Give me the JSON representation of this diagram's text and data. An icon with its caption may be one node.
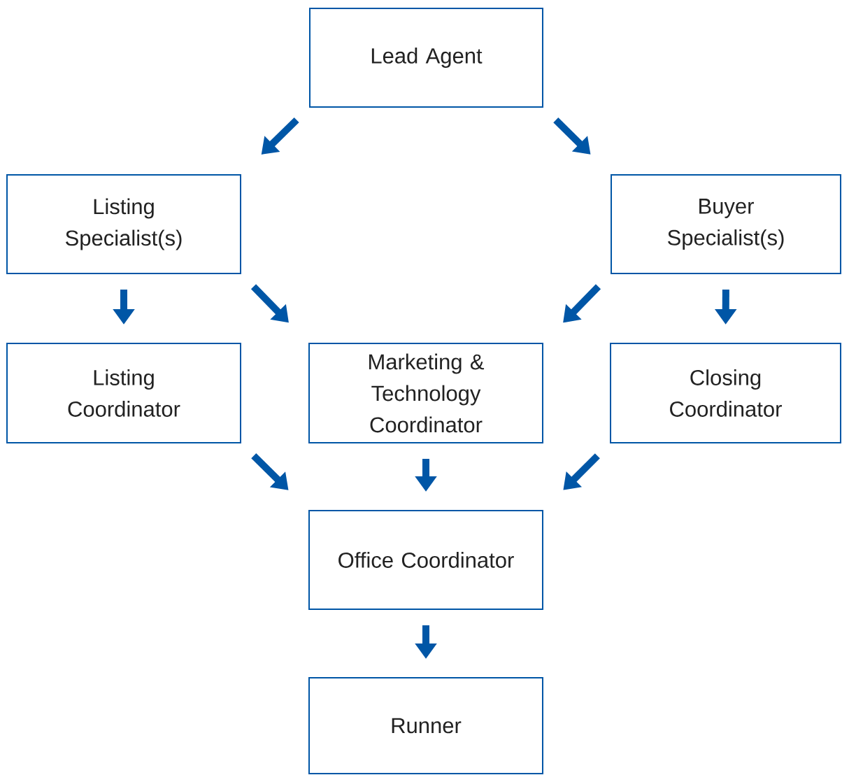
{
  "diagram": {
    "nodes": [
      {
        "text": [
          "Lead Agent"
        ]
      },
      {
        "text": [
          "Listing Specialist(s)"
        ]
      },
      {
        "text": [
          "Buyer Specialist(s)"
        ]
      },
      {
        "text": [
          "Listing Coordinator"
        ]
      },
      {
        "text": [
          "Marketing & Technology Coordinator"
        ]
      },
      {
        "text": [
          "Closing Coordinator"
        ]
      },
      {
        "text": [
          "Office Coordinator"
        ]
      },
      {
        "text": [
          "Runner"
        ]
      }
    ],
    "edges": [
      {
        "from": 0,
        "to": 1,
        "arrow": "to"
      },
      {
        "from": 0,
        "to": 2,
        "arrow": "to"
      },
      {
        "from": 1,
        "to": 3,
        "arrow": "to"
      },
      {
        "from": 1,
        "to": 4,
        "arrow": "to"
      },
      {
        "from": 2,
        "to": 4,
        "arrow": "to"
      },
      {
        "from": 2,
        "to": 5,
        "arrow": "to"
      },
      {
        "from": 3,
        "to": 6,
        "arrow": "to"
      },
      {
        "from": 4,
        "to": 6,
        "arrow": "to"
      },
      {
        "from": 5,
        "to": 6,
        "arrow": "to"
      },
      {
        "from": 6,
        "to": 7,
        "arrow": "to"
      }
    ]
  }
}
